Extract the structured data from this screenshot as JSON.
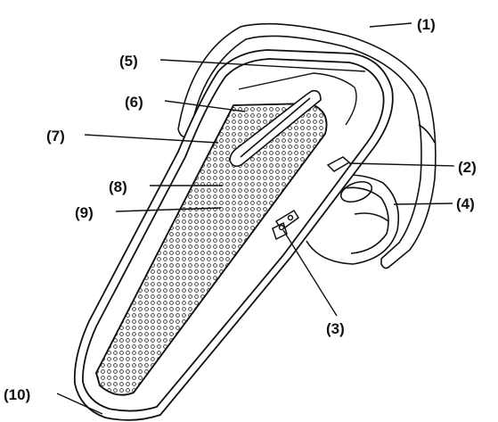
{
  "diagram": {
    "colors": {
      "line": "#111111",
      "background": "#ffffff",
      "dot": "#444444"
    },
    "callouts": [
      {
        "id": "1",
        "text": "(1)"
      },
      {
        "id": "2",
        "text": "(2)"
      },
      {
        "id": "3",
        "text": "(3)"
      },
      {
        "id": "4",
        "text": "(4)"
      },
      {
        "id": "5",
        "text": "(5)"
      },
      {
        "id": "6",
        "text": "(6)"
      },
      {
        "id": "7",
        "text": "(7)"
      },
      {
        "id": "8",
        "text": "(8)"
      },
      {
        "id": "9",
        "text": "(9)"
      },
      {
        "id": "10",
        "text": "(10)"
      }
    ]
  }
}
